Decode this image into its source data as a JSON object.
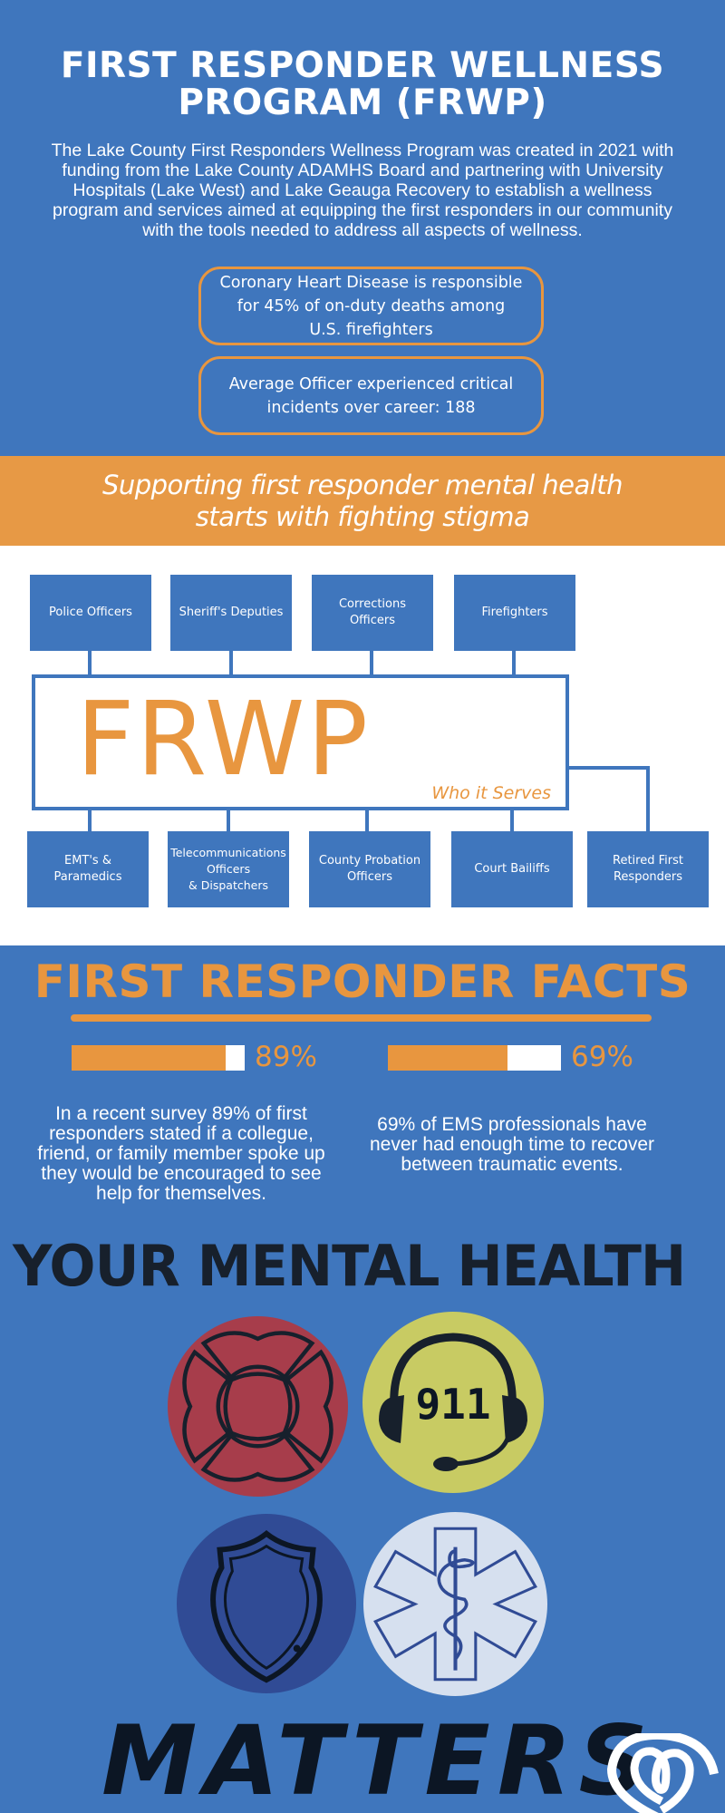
{
  "header": {
    "title_line1": "FIRST RESPONDER WELLNESS",
    "title_line2": "PROGRAM (FRWP)",
    "intro": "The Lake County First Responders Wellness Program was created in 2021 with funding from the Lake County ADAMHS Board and partnering with University Hospitals (Lake West) and Lake Geauga Recovery to establish a wellness program and services aimed at equipping the first responders in our community with the tools needed to address all aspects of wellness."
  },
  "stat_boxes": [
    {
      "text": "Coronary Heart Disease is responsible for 45% of on-duty deaths among U.S. firefighters"
    },
    {
      "text": "Average Officer experienced critical incidents over career: 188"
    }
  ],
  "banner": {
    "line1": "Supporting first responder mental health",
    "line2": "starts with fighting stigma"
  },
  "diagram": {
    "center_label": "FRWP",
    "center_sublabel": "Who it Serves",
    "top_nodes": [
      "Police Officers",
      "Sheriff's Deputies",
      "Corrections\nOfficers",
      "Firefighters"
    ],
    "bottom_nodes": [
      "EMT's &\nParamedics",
      "Telecommunications\nOfficers\n& Dispatchers",
      "County Probation\nOfficers",
      "Court Bailiffs",
      "Retired First\nResponders"
    ]
  },
  "facts": {
    "title": "FIRST RESPONDER FACTS",
    "items": [
      {
        "percent": 89,
        "label": "89%",
        "text": "In a recent survey 89% of first responders stated if a collegue, friend, or family member spoke up they would be encouraged to see help for themselves."
      },
      {
        "percent": 69,
        "label": "69%",
        "text": "69% of EMS professionals have never had enough time to recover between traumatic events."
      }
    ]
  },
  "closing": {
    "headline_top": "YOUR MENTAL HEALTH",
    "headline_bottom": "MATTERS",
    "badges": [
      {
        "icon": "fire-maltese-cross-icon",
        "color": "#a73d4b"
      },
      {
        "icon": "911-headset-icon",
        "label": "911",
        "color": "#c8cb63"
      },
      {
        "icon": "police-shield-icon",
        "color": "#304b95"
      },
      {
        "icon": "star-of-life-icon",
        "color": "#d6e0ef"
      }
    ]
  },
  "colors": {
    "primary_blue": "#3f76bd",
    "accent_orange": "#e8963f",
    "dark_navy": "#17202c",
    "white": "#ffffff"
  }
}
